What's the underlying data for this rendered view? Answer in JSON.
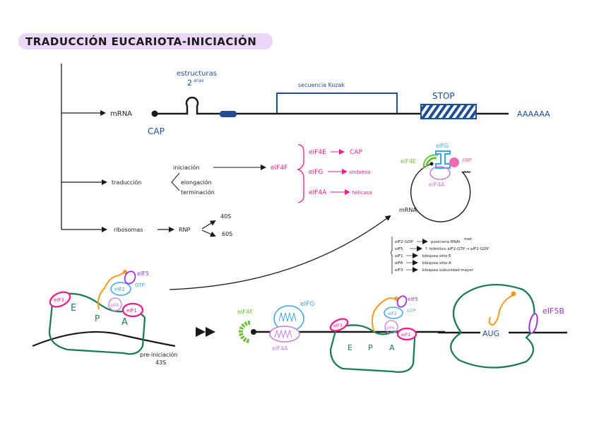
{
  "title": "TRADUCCIÓN EUCARIOTA-INICIACIÓN",
  "colors": {
    "title_highlight": "#ead6f7",
    "ink": "#1a1a1a",
    "mrna_blue": "#1f4e96",
    "pink": "#ec1e8c",
    "ribosome_green": "#1d7a57",
    "eif4e_green": "#6cbf3a",
    "eif4a_violet": "#c77de0",
    "eif5_purple": "#9b36d6",
    "eifg_blue": "#3ea3e8",
    "trna_orange": "#f39a1e",
    "abp_pink": "#ef6bb0"
  },
  "tree": {
    "mrna": {
      "label": "mRNA",
      "cap_label": "CAP",
      "secondary_structures": "estructuras",
      "secondary_structures_sup_num": "2",
      "secondary_structures_sup": "arias",
      "kozak_label": "secuencia Kozak",
      "stop_label": "STOP",
      "polya_label": "AAAAAA"
    },
    "traduccion": {
      "label": "traducción",
      "phases": [
        "iniciación",
        "elongación",
        "terminación"
      ],
      "complex": "eIF4F",
      "factors": [
        {
          "name": "eIF4E",
          "role": "CAP"
        },
        {
          "name": "eIFG",
          "role": "andamio"
        },
        {
          "name": "eIF4A",
          "role": "helicasa"
        }
      ]
    },
    "ribosomas": {
      "label": "ribosomas",
      "composition": "RNP",
      "subunits": [
        "40S",
        "60S"
      ]
    }
  },
  "circular_mrna": {
    "labels": {
      "eifg": "eIFG",
      "eif4e": "eIF4E",
      "abp": "ABP",
      "eif4a": "eIF4A",
      "mrna": "mRNA"
    }
  },
  "factor_notes": [
    {
      "factor": "eIF2-GDP",
      "effect": "posiciona RNAt",
      "sup": "met"
    },
    {
      "factor": "eIF5",
      "effect": "↑ hidrólisis eIF2-GTP → eIF2-GDP"
    },
    {
      "factor": "eIF1",
      "effect": "bloquea sitio E"
    },
    {
      "factor": "eIFA",
      "effect": "bloquea sitio A"
    },
    {
      "factor": "eIF3",
      "effect": "bloquea subunidad mayor"
    }
  ],
  "preinitiation": {
    "sites": [
      "E",
      "P",
      "A"
    ],
    "factors": {
      "eif3": "eIF3",
      "eif1": "eIF1",
      "eifa": "eIFA",
      "eif2": "eIF2",
      "gtp": "GTP",
      "eif5": "eIF5"
    },
    "caption_line1": "pre-iniciación",
    "caption_line2": "43S"
  },
  "scanning": {
    "eif4e": "eIF4E",
    "eifg": "eIFG",
    "eif4a": "eIF4A",
    "sites": [
      "E",
      "P",
      "A"
    ],
    "factors": {
      "eif3": "eIF3",
      "eif1": "eIF1",
      "eifa": "eIFA",
      "eif2": "eIF2",
      "gtp": "GTP",
      "eif5": "eIF5"
    }
  },
  "assembled": {
    "codon": "AUG",
    "eif5b": "eIF5B"
  }
}
